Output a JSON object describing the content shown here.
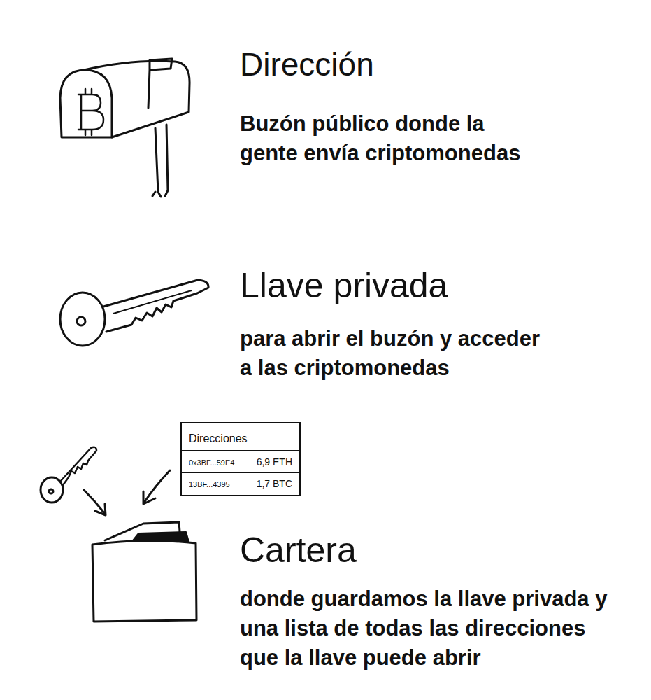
{
  "diagram": {
    "nodes": [
      {
        "text": [
          "Direcciones",
          "0x3BF...59E4",
          "6,9 ETH",
          "13BF...4395",
          "1,7 BTC"
        ]
      }
    ],
    "labels": [
      "Dirección",
      "Buzón público donde la gente envía criptomonedas",
      "Llave privada",
      "para abrir el buzón y acceder a las criptomonedas",
      "Cartera",
      "donde guardamos la llave privada y una lista de todas las direcciones que la llave puede abrir"
    ]
  }
}
